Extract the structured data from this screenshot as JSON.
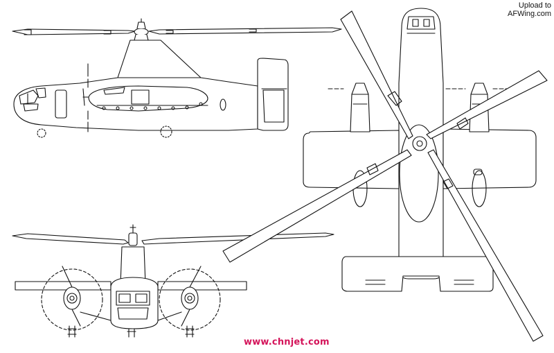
{
  "upload_line1": "Upload to",
  "upload_line2": "AFWing.com",
  "watermark": "www.chnjet.com",
  "views": [
    "side-view",
    "front-view",
    "top-view"
  ]
}
